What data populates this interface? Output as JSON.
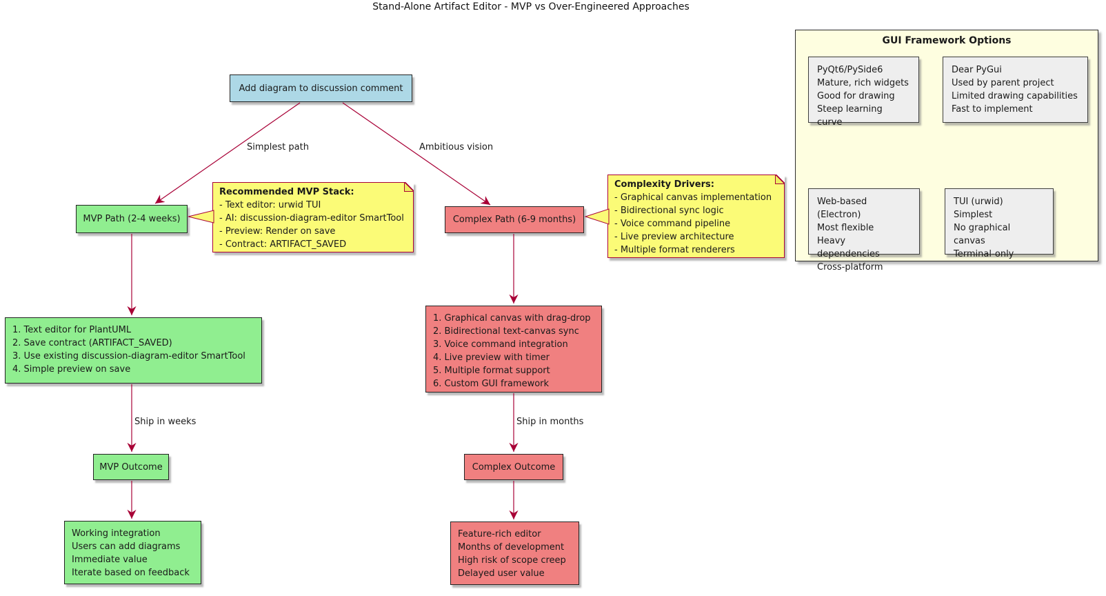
{
  "title": "Stand-Alone Artifact Editor - MVP vs Over-Engineered Approaches",
  "nodes": {
    "start": "Add diagram to discussion comment",
    "mvp_path": "MVP Path (2-4 weeks)",
    "complex_path": "Complex Path (6-9 months)",
    "mvp_steps": [
      "1. Text editor for PlantUML",
      "2. Save contract (ARTIFACT_SAVED)",
      "3. Use existing discussion-diagram-editor SmartTool",
      "4. Simple preview on save"
    ],
    "complex_steps": [
      "1. Graphical canvas with drag-drop",
      "2. Bidirectional text-canvas sync",
      "3. Voice command integration",
      "4. Live preview with timer",
      "5. Multiple format support",
      "6. Custom GUI framework"
    ],
    "mvp_outcome": "MVP Outcome",
    "complex_outcome": "Complex Outcome",
    "mvp_result": [
      "Working integration",
      "Users can add diagrams",
      "Immediate value",
      "Iterate based on feedback"
    ],
    "complex_result": [
      "Feature-rich editor",
      "Months of development",
      "High risk of scope creep",
      "Delayed user value"
    ]
  },
  "notes": {
    "mvp_stack": {
      "title": "Recommended MVP Stack:",
      "lines": [
        "- Text editor: urwid TUI",
        "- AI: discussion-diagram-editor SmartTool",
        "- Preview: Render on save",
        "- Contract: ARTIFACT_SAVED"
      ]
    },
    "complexity": {
      "title": "Complexity Drivers:",
      "lines": [
        "- Graphical canvas implementation",
        "- Bidirectional sync logic",
        "- Voice command pipeline",
        "- Live preview architecture",
        "- Multiple format renderers"
      ]
    }
  },
  "panel": {
    "title": "GUI Framework Options",
    "options": [
      {
        "lines": [
          "PyQt6/PySide6",
          "Mature, rich widgets",
          "Good for drawing",
          "Steep learning curve"
        ]
      },
      {
        "lines": [
          "Dear PyGui",
          "Used by parent project",
          "Limited drawing capabilities",
          "Fast to implement"
        ]
      },
      {
        "lines": [
          "Web-based (Electron)",
          "Most flexible",
          "Heavy dependencies",
          "Cross-platform"
        ]
      },
      {
        "lines": [
          "TUI (urwid)",
          "Simplest",
          "No graphical canvas",
          "Terminal-only"
        ]
      }
    ]
  },
  "edges": {
    "simplest_path": "Simplest path",
    "ambitious_vision": "Ambitious vision",
    "ship_weeks": "Ship in weeks",
    "ship_months": "Ship in months"
  },
  "colors": {
    "arrow": "#a80036",
    "note_border": "#a80036",
    "note_fill": "#fbfb77",
    "start_fill": "#add8e6",
    "green_fill": "#90ee90",
    "red_fill": "#f08080",
    "panel_fill": "#fefee0",
    "option_fill": "#eeeeee",
    "option_border": "#3c3c3c",
    "node_border": "#222222",
    "ink": "#1a1a1a"
  }
}
